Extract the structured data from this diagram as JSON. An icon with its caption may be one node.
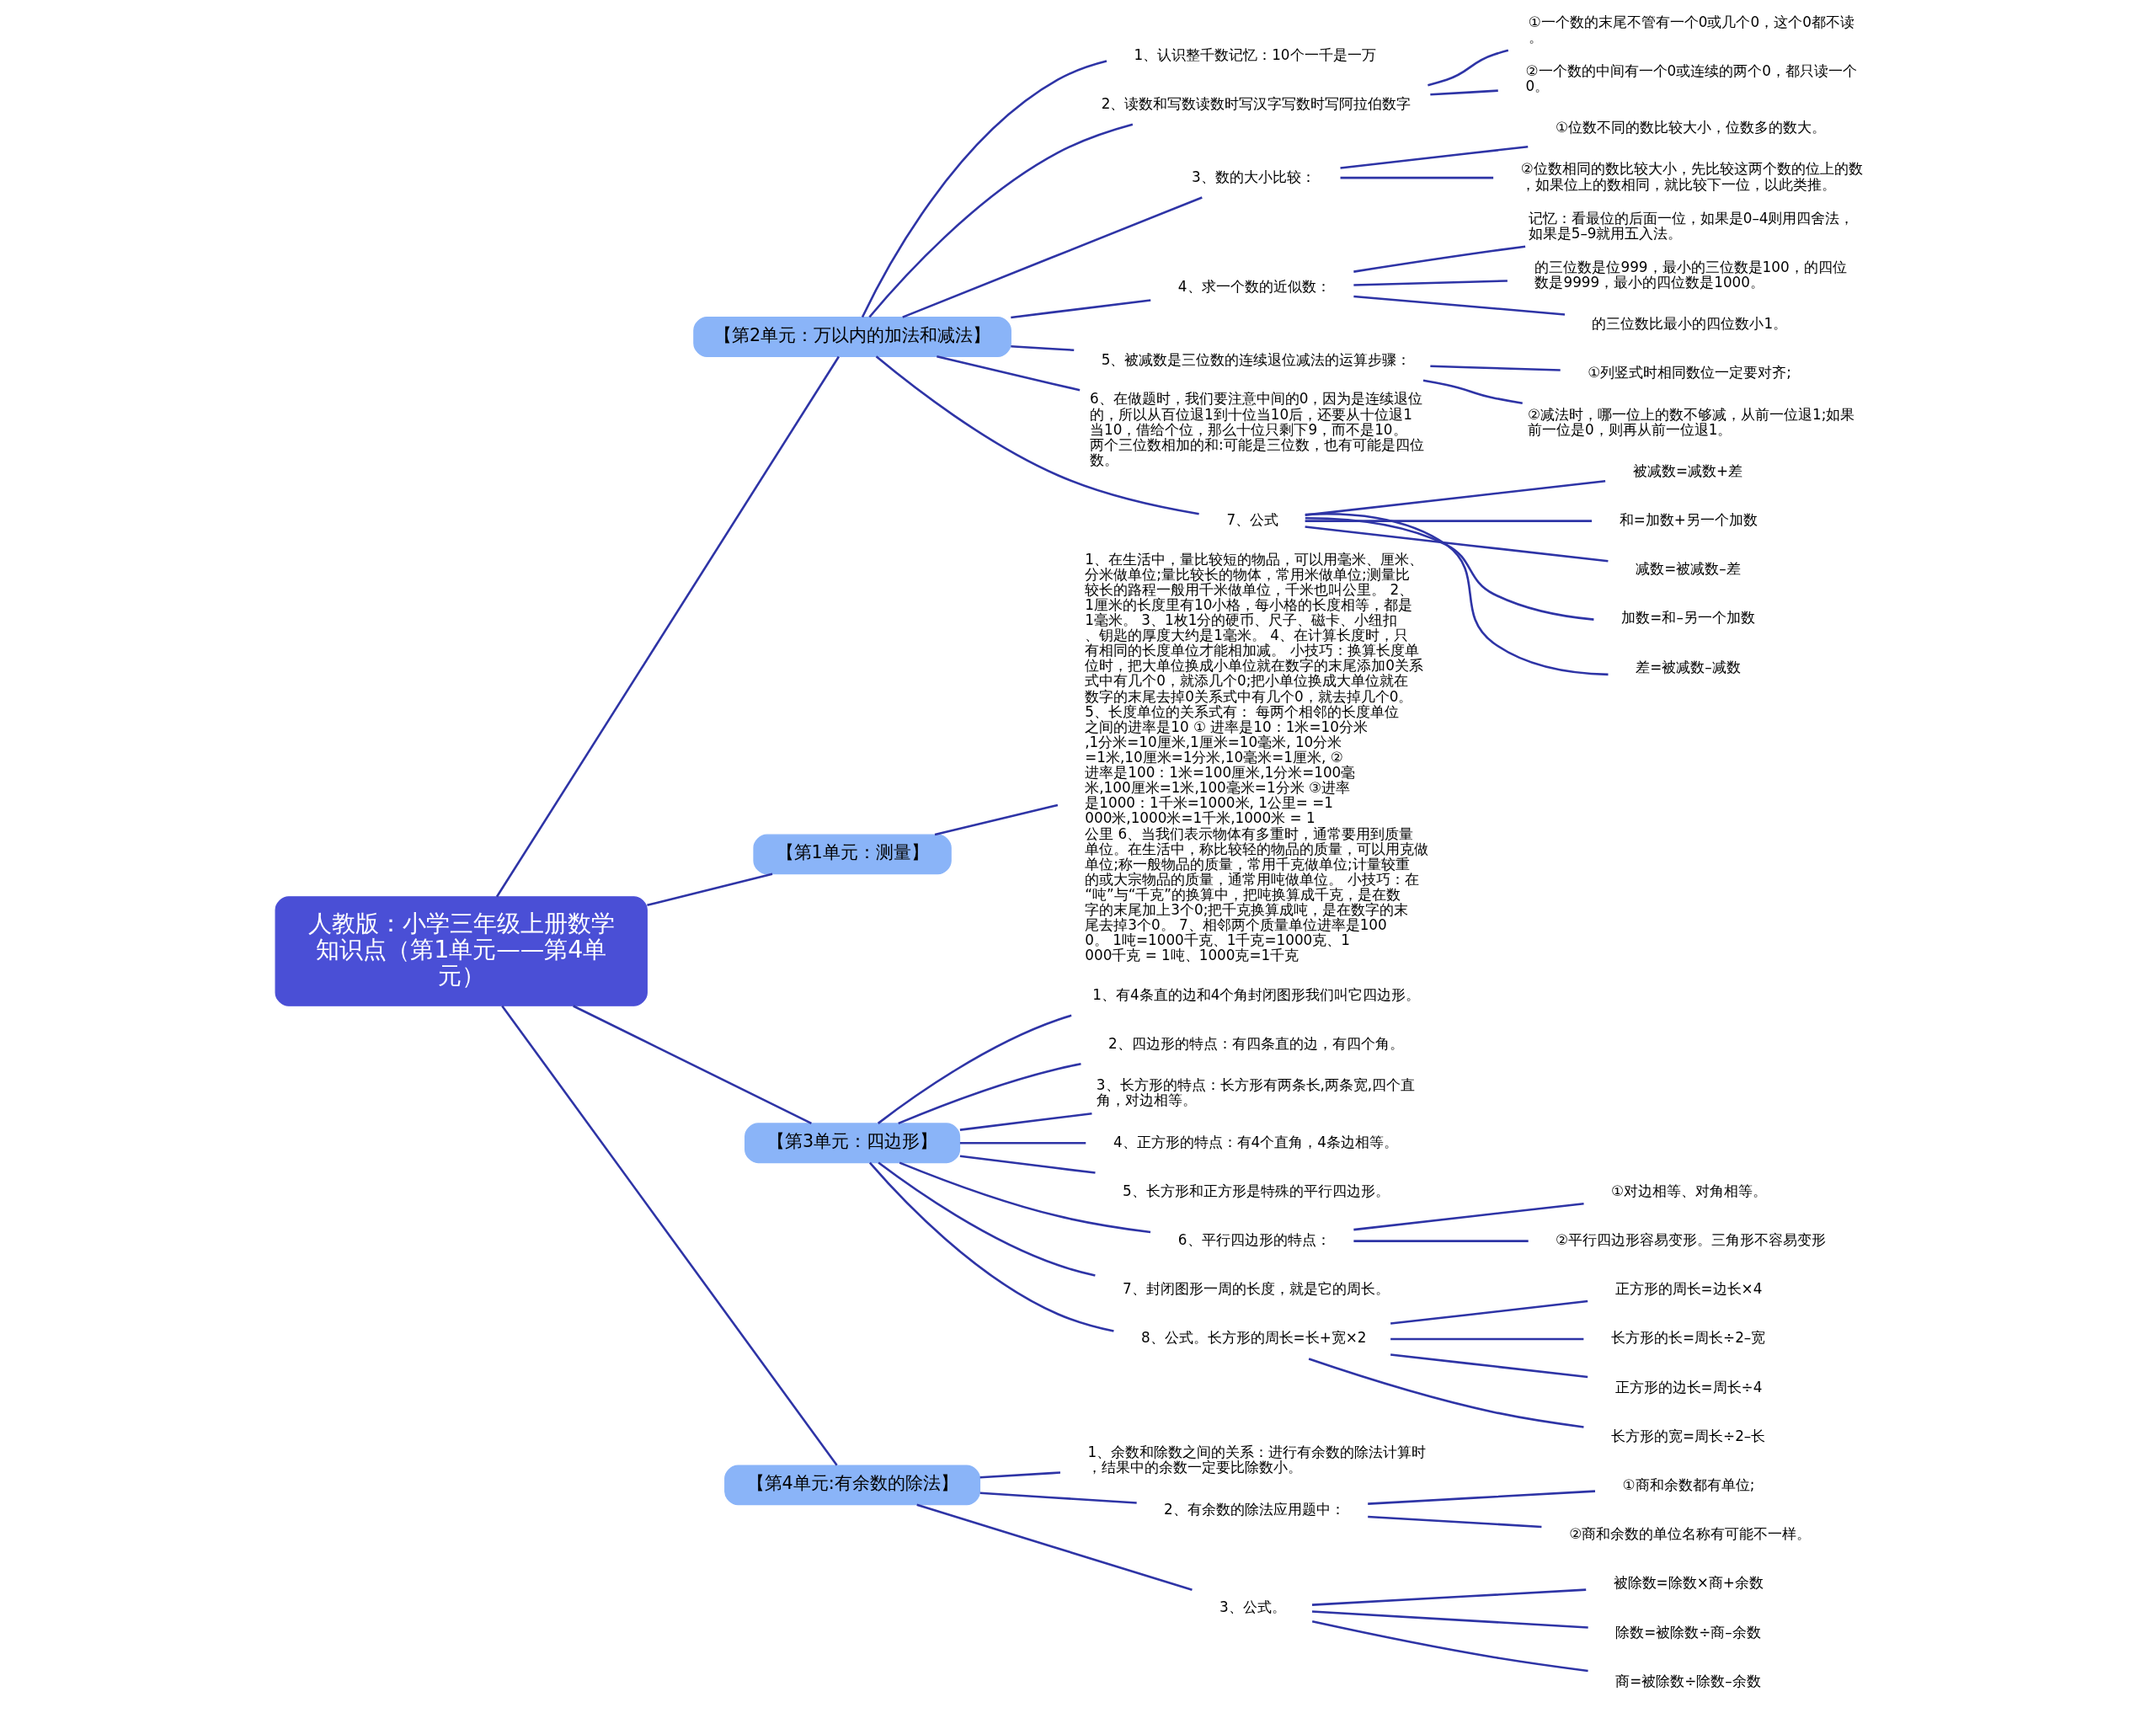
{
  "diagram": {
    "nodes": [
      {
        "text": [
          "人教版：小学三年级上册数学知识点（第1单元——第4单元）"
        ]
      },
      {
        "text": [
          "【第2单元：万以内的加法和减法】"
        ]
      },
      {
        "text": [
          "1、认识整千数记忆：10个一千是一万"
        ]
      },
      {
        "text": [
          "2、读数和写数读数时写汉字写数时写阿拉伯数字"
        ]
      },
      {
        "text": [
          "①一个数的末尾不管有一个0或几个0，这个0都不读。"
        ]
      },
      {
        "text": [
          "②一个数的中间有一个0或连续的两个0，都只读一个0。"
        ]
      },
      {
        "text": [
          "3、数的大小比较："
        ]
      },
      {
        "text": [
          "①位数不同的数比较大小，位数多的数大。"
        ]
      },
      {
        "text": [
          "②位数相同的数比较大小，先比较这两个数的位上的数，如果位上的数相同，就比较下一位，以此类推。"
        ]
      },
      {
        "text": [
          "4、求一个数的近似数："
        ]
      },
      {
        "text": [
          "记忆：看最位的后面一位，如果是0–4则用四舍法，如果是5–9就用五入法。"
        ]
      },
      {
        "text": [
          "的三位数是位999，最小的三位数是100，的四位数是9999，最小的四位数是1000。"
        ]
      },
      {
        "text": [
          "的三位数比最小的四位数小1。"
        ]
      },
      {
        "text": [
          "5、被减数是三位数的连续退位减法的运算步骤："
        ]
      },
      {
        "text": [
          "①列竖式时相同数位一定要对齐;"
        ]
      },
      {
        "text": [
          "②减法时，哪一位上的数不够减，从前一位退1;如果前一位是0，则再从前一位退1。"
        ]
      },
      {
        "text": [
          "6、在做题时，我们要注意中间的0，因为是连续退位的，所以从百位退1到十位当10后，还要从十位退1当10，借给个位，那么十位只剩下9，而不是10。两个三位数相加的和:可能是三位数，也有可能是四位数。"
        ]
      },
      {
        "text": [
          "7、公式"
        ]
      },
      {
        "text": [
          "被减数=减数+差"
        ]
      },
      {
        "text": [
          "和=加数+另一个加数"
        ]
      },
      {
        "text": [
          "减数=被减数–差"
        ]
      },
      {
        "text": [
          "加数=和–另一个加数"
        ]
      },
      {
        "text": [
          "差=被减数–减数"
        ]
      },
      {
        "text": [
          "【第1单元：测量】"
        ]
      },
      {
        "text": [
          "1、在生活中，量比较短的物品，可以用毫米、厘米、分米做单位;量比较长的物体，常用米做单位;测量比较长的路程一般用千米做单位，千米也叫公里。 2、1厘米的长度里有10小格，每小格的长度相等，都是1毫米。 3、1枚1分的硬币、尺子、磁卡、小纽扣、钥匙的厚度大约是1毫米。 4、在计算长度时，只有相同的长度单位才能相加减。 小技巧：换算长度单位时，把大单位换成小单位就在数字的末尾添加0关系式中有几个0，就添几个0;把小单位换成大单位就在数字的末尾去掉0关系式中有几个0，就去掉几个0。 5、长度单位的关系式有： 每两个相邻的长度单位之间的进率是10 ① 进率是10：1米=10分米,1分米=10厘米,1厘米=10毫米, 10分米=1米,10厘米=1分米,10毫米=1厘米, ②进率是100：1米=100厘米,1分米=100毫米,100厘米=1米,100毫米=1分米 ③进率是1000：1千米=1000米, 1公里= =1000米,1000米=1千米,1000米 = 1公里 6、当我们表示物体有多重时，通常要用到质量单位。在生活中，称比较轻的物品的质量，可以用克做单位;称一般物品的质量，常用千克做单位;计量较重的或大宗物品的质量，通常用吨做单位。 小技巧：在“吨”与“千克”的换算中，把吨换算成千克，是在数字的末尾加上3个0;把千克换算成吨，是在数字的末尾去掉3个0。 7、相邻两个质量单位进率是1000。 1吨=1000千克、1千克=1000克、1000千克 = 1吨、1000克=1千克"
        ]
      },
      {
        "text": [
          "【第3单元：四边形】"
        ]
      },
      {
        "text": [
          "1、有4条直的边和4个角封闭图形我们叫它四边形。"
        ]
      },
      {
        "text": [
          "2、四边形的特点：有四条直的边，有四个角。"
        ]
      },
      {
        "text": [
          "3、长方形的特点：长方形有两条长,两条宽,四个直角，对边相等。"
        ]
      },
      {
        "text": [
          "4、正方形的特点：有4个直角，4条边相等。"
        ]
      },
      {
        "text": [
          "5、长方形和正方形是特殊的平行四边形。"
        ]
      },
      {
        "text": [
          "6、平行四边形的特点："
        ]
      },
      {
        "text": [
          "①对边相等、对角相等。"
        ]
      },
      {
        "text": [
          "②平行四边形容易变形。三角形不容易变形"
        ]
      },
      {
        "text": [
          "7、封闭图形一周的长度，就是它的周长。"
        ]
      },
      {
        "text": [
          "8、公式。长方形的周长=长+宽×2"
        ]
      },
      {
        "text": [
          "正方形的周长=边长×4"
        ]
      },
      {
        "text": [
          "长方形的长=周长÷2–宽"
        ]
      },
      {
        "text": [
          "正方形的边长=周长÷4"
        ]
      },
      {
        "text": [
          "长方形的宽=周长÷2–长"
        ]
      },
      {
        "text": [
          "【第4单元:有余数的除法】"
        ]
      },
      {
        "text": [
          "1、余数和除数之间的关系：进行有余数的除法计算时，结果中的余数一定要比除数小。"
        ]
      },
      {
        "text": [
          "2、有余数的除法应用题中："
        ]
      },
      {
        "text": [
          "①商和余数都有单位;"
        ]
      },
      {
        "text": [
          "②商和余数的单位名称有可能不一样。"
        ]
      },
      {
        "text": [
          "3、公式。"
        ]
      },
      {
        "text": [
          "被除数=除数×商+余数"
        ]
      },
      {
        "text": [
          "除数=被除数÷商–余数"
        ]
      },
      {
        "text": [
          "商=被除数÷除数–余数"
        ]
      }
    ],
    "edges": [
      {
        "from": 0,
        "to": 1,
        "arrow": "none"
      },
      {
        "from": 1,
        "to": 2,
        "arrow": "none"
      },
      {
        "from": 1,
        "to": 3,
        "arrow": "none"
      },
      {
        "from": 3,
        "to": 4,
        "arrow": "none"
      },
      {
        "from": 3,
        "to": 5,
        "arrow": "none"
      },
      {
        "from": 1,
        "to": 6,
        "arrow": "none"
      },
      {
        "from": 6,
        "to": 7,
        "arrow": "none"
      },
      {
        "from": 6,
        "to": 8,
        "arrow": "none"
      },
      {
        "from": 1,
        "to": 9,
        "arrow": "none"
      },
      {
        "from": 9,
        "to": 10,
        "arrow": "none"
      },
      {
        "from": 9,
        "to": 11,
        "arrow": "none"
      },
      {
        "from": 9,
        "to": 12,
        "arrow": "none"
      },
      {
        "from": 1,
        "to": 13,
        "arrow": "none"
      },
      {
        "from": 13,
        "to": 14,
        "arrow": "none"
      },
      {
        "from": 13,
        "to": 15,
        "arrow": "none"
      },
      {
        "from": 1,
        "to": 16,
        "arrow": "none"
      },
      {
        "from": 1,
        "to": 17,
        "arrow": "none"
      },
      {
        "from": 17,
        "to": 18,
        "arrow": "none"
      },
      {
        "from": 17,
        "to": 19,
        "arrow": "none"
      },
      {
        "from": 17,
        "to": 20,
        "arrow": "none"
      },
      {
        "from": 17,
        "to": 21,
        "arrow": "none"
      },
      {
        "from": 17,
        "to": 22,
        "arrow": "none"
      },
      {
        "from": 0,
        "to": 23,
        "arrow": "none"
      },
      {
        "from": 23,
        "to": 24,
        "arrow": "none"
      },
      {
        "from": 0,
        "to": 25,
        "arrow": "none"
      },
      {
        "from": 25,
        "to": 26,
        "arrow": "none"
      },
      {
        "from": 25,
        "to": 27,
        "arrow": "none"
      },
      {
        "from": 25,
        "to": 28,
        "arrow": "none"
      },
      {
        "from": 25,
        "to": 29,
        "arrow": "none"
      },
      {
        "from": 25,
        "to": 30,
        "arrow": "none"
      },
      {
        "from": 25,
        "to": 31,
        "arrow": "none"
      },
      {
        "from": 31,
        "to": 32,
        "arrow": "none"
      },
      {
        "from": 31,
        "to": 33,
        "arrow": "none"
      },
      {
        "from": 25,
        "to": 34,
        "arrow": "none"
      },
      {
        "from": 25,
        "to": 35,
        "arrow": "none"
      },
      {
        "from": 35,
        "to": 36,
        "arrow": "none"
      },
      {
        "from": 35,
        "to": 37,
        "arrow": "none"
      },
      {
        "from": 35,
        "to": 38,
        "arrow": "none"
      },
      {
        "from": 35,
        "to": 39,
        "arrow": "none"
      },
      {
        "from": 0,
        "to": 40,
        "arrow": "none"
      },
      {
        "from": 40,
        "to": 41,
        "arrow": "none"
      },
      {
        "from": 40,
        "to": 42,
        "arrow": "none"
      },
      {
        "from": 42,
        "to": 43,
        "arrow": "none"
      },
      {
        "from": 42,
        "to": 44,
        "arrow": "none"
      },
      {
        "from": 40,
        "to": 45,
        "arrow": "none"
      },
      {
        "from": 45,
        "to": 46,
        "arrow": "none"
      },
      {
        "from": 45,
        "to": 47,
        "arrow": "none"
      },
      {
        "from": 45,
        "to": 48,
        "arrow": "none"
      }
    ]
  }
}
